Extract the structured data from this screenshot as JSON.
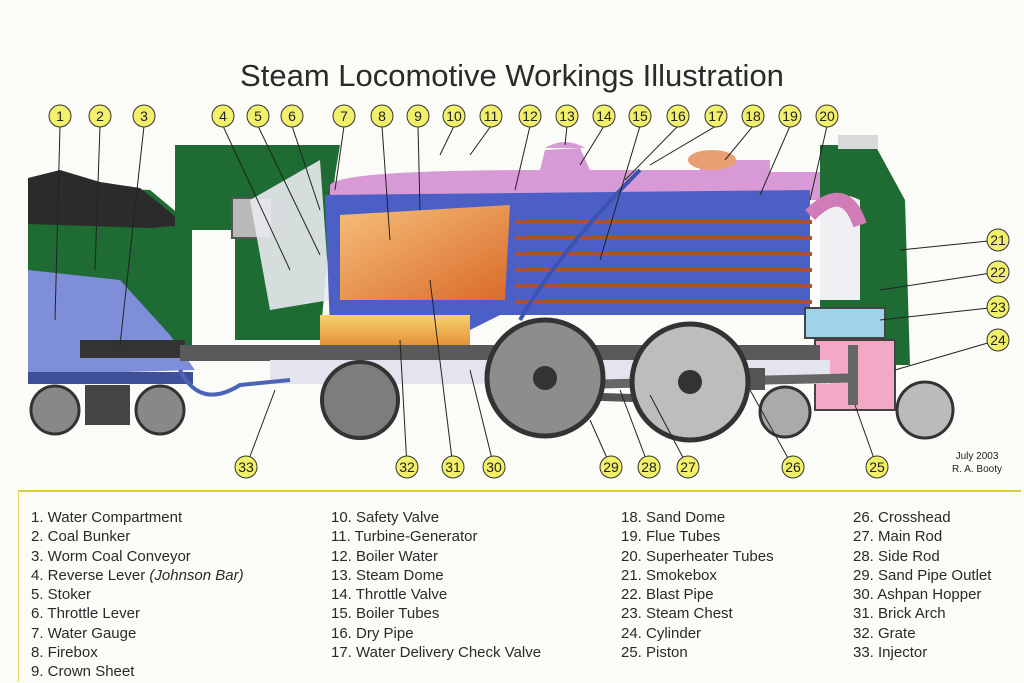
{
  "title": "Steam Locomotive Workings Illustration",
  "credit": {
    "date": "July 2003",
    "author": "R. A. Booty"
  },
  "callouts": [
    "1",
    "2",
    "3",
    "4",
    "5",
    "6",
    "7",
    "8",
    "9",
    "10",
    "11",
    "12",
    "13",
    "14",
    "15",
    "16",
    "17",
    "18",
    "19",
    "20",
    "21",
    "22",
    "23",
    "24",
    "25",
    "26",
    "27",
    "28",
    "29",
    "30",
    "31",
    "32",
    "33"
  ],
  "legend": {
    "col1": [
      "1. Water Compartment",
      "2. Coal Bunker",
      "3. Worm Coal Conveyor",
      "4. Reverse Lever ",
      "5. Stoker",
      "6. Throttle Lever",
      "7. Water Gauge",
      "8. Firebox",
      "9. Crown Sheet"
    ],
    "col1_note": "(Johnson Bar)",
    "col2": [
      "10. Safety Valve",
      "11. Turbine-Generator",
      "12. Boiler Water",
      "13. Steam Dome",
      "14. Throttle Valve",
      "15. Boiler Tubes",
      "16. Dry Pipe",
      "17. Water Delivery Check Valve"
    ],
    "col3": [
      "18. Sand Dome",
      "19. Flue Tubes",
      "20. Superheater Tubes",
      "21. Smokebox",
      "22. Blast Pipe",
      "23. Steam Chest",
      "24. Cylinder",
      "25. Piston"
    ],
    "col4": [
      "26. Crosshead",
      "27. Main Rod",
      "28. Side Rod",
      "29. Sand Pipe Outlet",
      "30. Ashpan Hopper",
      "31. Brick Arch",
      "32. Grate",
      "33. Injector"
    ]
  },
  "colors": {
    "cab_green": "#1e6b33",
    "boiler_purple": "#d79ad6",
    "water_blue": "#4b5fc7",
    "firebox_orange": "#e8833a",
    "callout_yellow": "#f2ef6a"
  }
}
